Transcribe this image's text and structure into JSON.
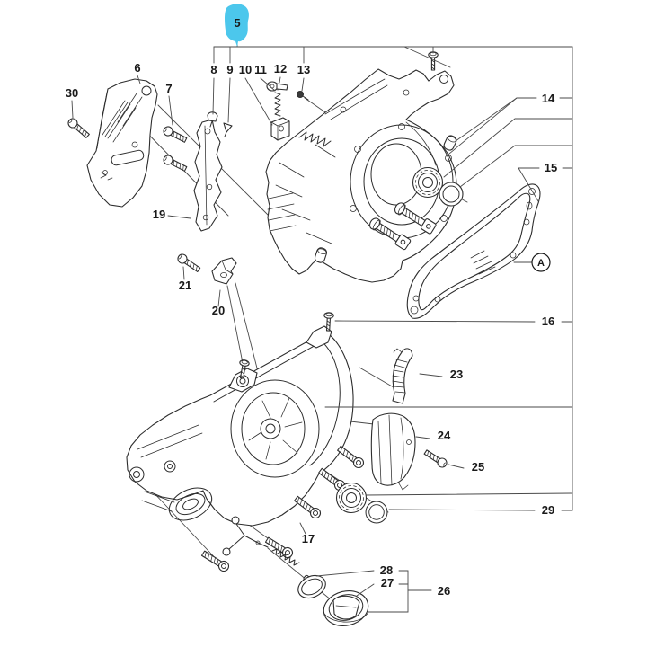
{
  "diagram": {
    "background_color": "#ffffff",
    "line_color": "#2d2d2d",
    "leader_color": "#4a4a4a",
    "highlight_color": "#4cc7ec",
    "label_color": "#1a1a1a",
    "callouts": [
      {
        "id": "5",
        "highlighted": true
      },
      {
        "id": "6"
      },
      {
        "id": "7"
      },
      {
        "id": "8"
      },
      {
        "id": "9"
      },
      {
        "id": "10"
      },
      {
        "id": "11"
      },
      {
        "id": "12"
      },
      {
        "id": "13"
      },
      {
        "id": "14"
      },
      {
        "id": "15"
      },
      {
        "id": "16"
      },
      {
        "id": "17"
      },
      {
        "id": "19"
      },
      {
        "id": "20"
      },
      {
        "id": "21"
      },
      {
        "id": "23"
      },
      {
        "id": "24"
      },
      {
        "id": "25"
      },
      {
        "id": "26"
      },
      {
        "id": "27"
      },
      {
        "id": "28"
      },
      {
        "id": "29"
      },
      {
        "id": "30"
      },
      {
        "id": "A"
      }
    ]
  }
}
